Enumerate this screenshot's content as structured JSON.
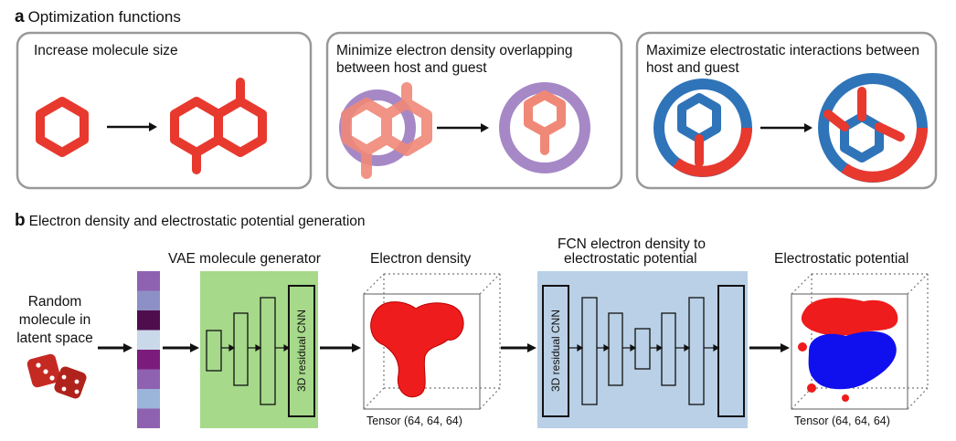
{
  "panel_a": {
    "letter": "a",
    "title": "Optimization functions",
    "boxes": [
      {
        "title": "Increase molecule size"
      },
      {
        "title": "Minimize electron density overlapping between host and guest"
      },
      {
        "title": "Maximize electrostatic interactions between host and guest"
      }
    ]
  },
  "panel_b": {
    "letter": "b",
    "title": "Electron density and electrostatic potential generation",
    "input_label": "Random molecule in latent space",
    "vae_title": "VAE molecule generator",
    "vae_cnn": "3D residual CNN",
    "density_title": "Electron density",
    "density_caption": "Tensor (64, 64, 64)",
    "fcn_title_1": "FCN electron density to",
    "fcn_title_2": "electrostatic potential",
    "fcn_cnn": "3D residual CNN",
    "esp_title": "Electrostatic potential",
    "esp_caption": "Tensor (64, 64, 64)",
    "latent_colors": [
      "#8e62b0",
      "#8d90c6",
      "#4f0d4d",
      "#c9d9ea",
      "#7b1c7c",
      "#8e62b0",
      "#9bb4d9",
      "#8e62b0"
    ]
  },
  "colors": {
    "red": "#e8392f",
    "purple": "#a688c6",
    "blue": "#2f74b8",
    "green": "#a6d98a",
    "lightblue": "#b9d0e6"
  }
}
